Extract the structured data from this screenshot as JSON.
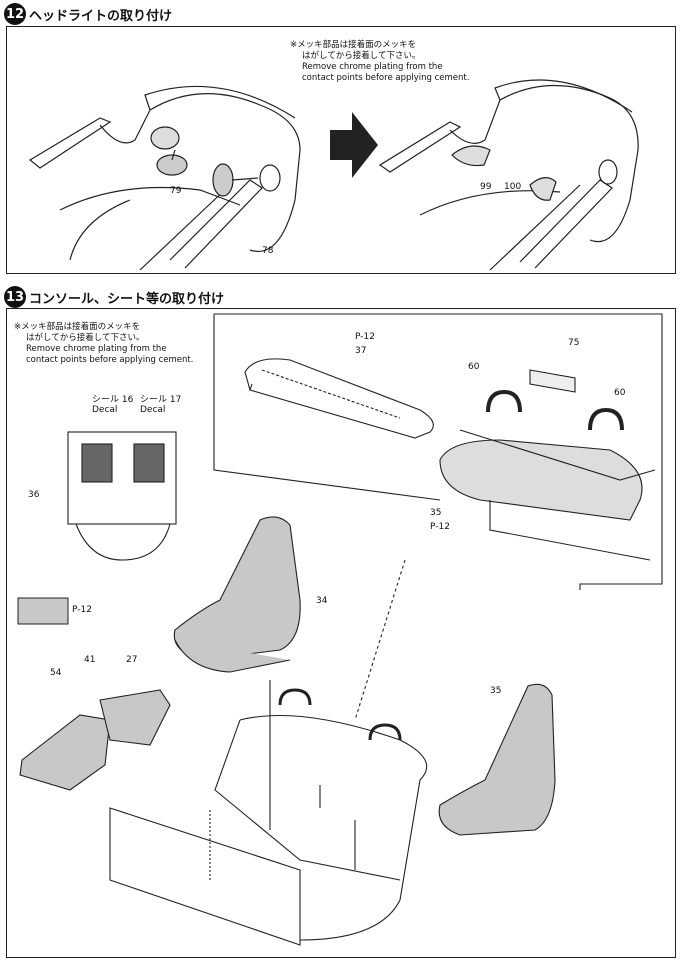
{
  "step12": {
    "number": "12",
    "title": "ヘッドライトの取り付け",
    "note_jp_1": "※メッキ部品は接着面のメッキを",
    "note_jp_2": "はがしてから接着して下さい。",
    "note_en_1": "Remove chrome plating from the",
    "note_en_2": "contact points before applying cement.",
    "callouts": [
      "79",
      "78",
      "99",
      "100"
    ]
  },
  "step13": {
    "number": "13",
    "title": "コンソール、シート等の取り付け",
    "note_jp_1": "※メッキ部品は接着面のメッキを",
    "note_jp_2": "はがしてから接着して下さい。",
    "note_en_1": "Remove chrome plating from the",
    "note_en_2": "contact points before applying cement.",
    "decal_jp": "シール",
    "decal_en": "Decal",
    "decal_numbers": [
      "16",
      "17"
    ],
    "callouts": [
      "36",
      "37",
      "75",
      "60",
      "60",
      "35",
      "34",
      "54",
      "41",
      "27",
      "35"
    ],
    "sprue_ref": "P-12",
    "color_legend_ref": "P-12"
  },
  "colors": {
    "gray_part": "#c8c8c8",
    "line": "#222222"
  }
}
